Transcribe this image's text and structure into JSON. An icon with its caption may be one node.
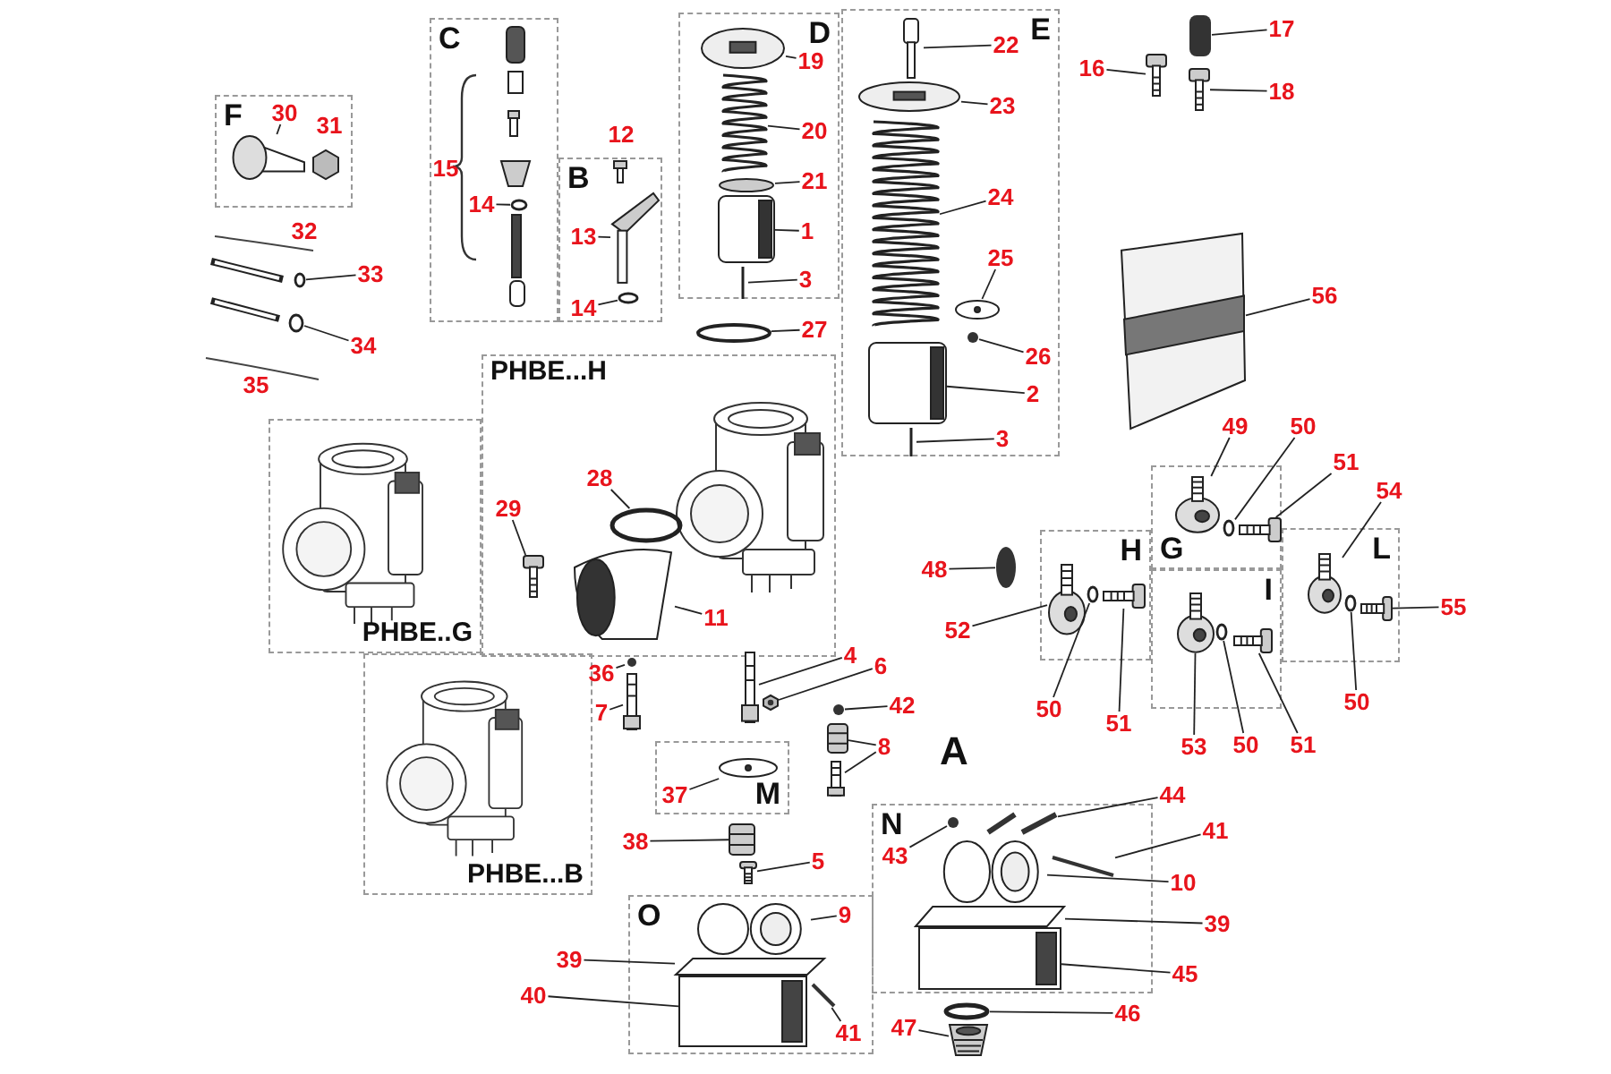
{
  "diagram": {
    "nodes": [
      {
        "text": [
          "F"
        ]
      },
      {
        "text": [
          "30"
        ],
        "in": 0
      },
      {
        "text": [
          "31"
        ],
        "in": 0
      },
      {
        "text": [
          "C"
        ]
      },
      {
        "text": [
          "15"
        ],
        "in": 3
      },
      {
        "text": [
          "14"
        ],
        "in": 3
      },
      {
        "text": [
          "12"
        ]
      },
      {
        "text": [
          "B"
        ]
      },
      {
        "text": [
          "13"
        ],
        "in": 7
      },
      {
        "text": [
          "14"
        ],
        "in": 7
      },
      {
        "text": [
          "D"
        ]
      },
      {
        "text": [
          "19"
        ],
        "in": 10
      },
      {
        "text": [
          "20"
        ],
        "in": 10
      },
      {
        "text": [
          "21"
        ],
        "in": 10
      },
      {
        "text": [
          "1"
        ],
        "in": 10
      },
      {
        "text": [
          "3"
        ],
        "in": 10
      },
      {
        "text": [
          "E"
        ]
      },
      {
        "text": [
          "22"
        ],
        "in": 16
      },
      {
        "text": [
          "23"
        ],
        "in": 16
      },
      {
        "text": [
          "24"
        ],
        "in": 16
      },
      {
        "text": [
          "25"
        ],
        "in": 16
      },
      {
        "text": [
          "26"
        ],
        "in": 16
      },
      {
        "text": [
          "2"
        ],
        "in": 16
      },
      {
        "text": [
          "3"
        ],
        "in": 16
      },
      {
        "text": [
          "16"
        ]
      },
      {
        "text": [
          "17"
        ]
      },
      {
        "text": [
          "18"
        ]
      },
      {
        "text": [
          "32"
        ]
      },
      {
        "text": [
          "33"
        ]
      },
      {
        "text": [
          "34"
        ]
      },
      {
        "text": [
          "35"
        ]
      },
      {
        "text": [
          "27"
        ]
      },
      {
        "text": [
          "56"
        ]
      },
      {
        "text": [
          "PHBE...H"
        ]
      },
      {
        "text": [
          "28"
        ],
        "in": 33
      },
      {
        "text": [
          "29"
        ],
        "in": 33
      },
      {
        "text": [
          "11"
        ],
        "in": 33
      },
      {
        "text": [
          "PHBE..G"
        ]
      },
      {
        "text": [
          "49"
        ]
      },
      {
        "text": [
          "50"
        ]
      },
      {
        "text": [
          "51"
        ]
      },
      {
        "text": [
          "G"
        ]
      },
      {
        "text": [
          "54"
        ]
      },
      {
        "text": [
          "L"
        ]
      },
      {
        "text": [
          "48"
        ]
      },
      {
        "text": [
          "H"
        ]
      },
      {
        "text": [
          "I"
        ]
      },
      {
        "text": [
          "55"
        ]
      },
      {
        "text": [
          "52"
        ]
      },
      {
        "text": [
          "50"
        ]
      },
      {
        "text": [
          "51"
        ]
      },
      {
        "text": [
          "53"
        ]
      },
      {
        "text": [
          "50"
        ]
      },
      {
        "text": [
          "51"
        ]
      },
      {
        "text": [
          "50"
        ]
      },
      {
        "text": [
          "36"
        ]
      },
      {
        "text": [
          "4"
        ]
      },
      {
        "text": [
          "6"
        ]
      },
      {
        "text": [
          "7"
        ]
      },
      {
        "text": [
          "42"
        ]
      },
      {
        "text": [
          "8"
        ]
      },
      {
        "text": [
          "M"
        ]
      },
      {
        "text": [
          "37"
        ],
        "in": 61
      },
      {
        "text": [
          "PHBE...B"
        ]
      },
      {
        "text": [
          "38"
        ]
      },
      {
        "text": [
          "5"
        ]
      },
      {
        "text": [
          "N"
        ]
      },
      {
        "text": [
          "43"
        ],
        "in": 66
      },
      {
        "text": [
          "44"
        ]
      },
      {
        "text": [
          "41"
        ]
      },
      {
        "text": [
          "10"
        ]
      },
      {
        "text": [
          "39"
        ]
      },
      {
        "text": [
          "45"
        ]
      },
      {
        "text": [
          "O"
        ]
      },
      {
        "text": [
          "9"
        ],
        "in": 73
      },
      {
        "text": [
          "39"
        ]
      },
      {
        "text": [
          "40"
        ]
      },
      {
        "text": [
          "41"
        ],
        "in": 73
      },
      {
        "text": [
          "46"
        ]
      },
      {
        "text": [
          "47"
        ]
      },
      {
        "text": [],
        "shape": "picture",
        "in": 0
      },
      {
        "text": [],
        "shape": "circle",
        "in": 3
      },
      {
        "text": [],
        "shape": "picture",
        "in": 7
      },
      {
        "text": [],
        "shape": "circle",
        "in": 7
      },
      {
        "text": [],
        "shape": "picture",
        "in": 10
      },
      {
        "text": [],
        "shape": "picture",
        "in": 10
      },
      {
        "text": [],
        "shape": "circle",
        "in": 10
      },
      {
        "text": [],
        "shape": "cylinder",
        "in": 10
      },
      {
        "text": [],
        "shape": "bar",
        "in": 10
      },
      {
        "text": [],
        "shape": "picture",
        "in": 16
      },
      {
        "text": [],
        "shape": "picture",
        "in": 16
      },
      {
        "text": [],
        "shape": "picture",
        "in": 16
      },
      {
        "text": [],
        "shape": "circle",
        "in": 16
      },
      {
        "text": [],
        "shape": "circle",
        "in": 16
      },
      {
        "text": [],
        "shape": "cylinder",
        "in": 16
      },
      {
        "text": [],
        "shape": "bar",
        "in": 16
      },
      {
        "text": [],
        "shape": "picture"
      },
      {
        "text": [],
        "shape": "box"
      },
      {
        "text": [],
        "shape": "picture"
      },
      {
        "text": [],
        "shape": "circle"
      },
      {
        "text": [],
        "shape": "circle"
      },
      {
        "text": [],
        "shape": "circle"
      },
      {
        "text": [],
        "shape": "picture"
      },
      {
        "text": [],
        "shape": "circle",
        "in": 33
      },
      {
        "text": [],
        "shape": "picture",
        "in": 33
      },
      {
        "text": [],
        "shape": "picture",
        "in": 33
      },
      {
        "text": [],
        "shape": "picture",
        "in": 41
      },
      {
        "text": [],
        "shape": "circle",
        "in": 41
      },
      {
        "text": [],
        "shape": "picture",
        "in": 41
      },
      {
        "text": [],
        "shape": "picture",
        "in": 43
      },
      {
        "text": [],
        "shape": "circle"
      },
      {
        "text": [],
        "shape": "picture",
        "in": 43
      },
      {
        "text": [],
        "shape": "picture",
        "in": 45
      },
      {
        "text": [],
        "shape": "circle",
        "in": 45
      },
      {
        "text": [],
        "shape": "picture",
        "in": 45
      },
      {
        "text": [],
        "shape": "picture",
        "in": 46
      },
      {
        "text": [],
        "shape": "circle",
        "in": 46
      },
      {
        "text": [],
        "shape": "picture",
        "in": 46
      },
      {
        "text": [],
        "shape": "circle",
        "in": 43
      },
      {
        "text": [],
        "shape": "circle"
      },
      {
        "text": [],
        "shape": "picture"
      },
      {
        "text": [],
        "shape": "picture"
      },
      {
        "text": [],
        "shape": "picture"
      },
      {
        "text": [],
        "shape": "circle"
      },
      {
        "text": [],
        "shape": "box"
      },
      {
        "text": [],
        "shape": "picture"
      },
      {
        "text": [],
        "shape": "circle",
        "in": 61
      },
      {
        "text": [],
        "shape": "box"
      },
      {
        "text": [],
        "shape": "picture"
      },
      {
        "text": [],
        "shape": "circle",
        "in": 66
      },
      {
        "text": [],
        "shape": "picture",
        "in": 66
      },
      {
        "text": [],
        "shape": "bar",
        "in": 66
      },
      {
        "text": [],
        "shape": "picture",
        "in": 66
      },
      {
        "text": [],
        "shape": "box",
        "in": 66
      },
      {
        "text": [],
        "shape": "box",
        "in": 66
      },
      {
        "text": [],
        "shape": "picture",
        "in": 73
      },
      {
        "text": [],
        "shape": "box",
        "in": 73
      },
      {
        "text": [],
        "shape": "box",
        "in": 73
      },
      {
        "text": [],
        "shape": "bar",
        "in": 73
      },
      {
        "text": [],
        "shape": "circle"
      },
      {
        "text": [],
        "shape": "picture"
      }
    ],
    "edges": [
      {
        "from": 1,
        "to": 80,
        "arrow": "none"
      },
      {
        "from": 5,
        "to": 81,
        "arrow": "none"
      },
      {
        "from": 8,
        "to": 82,
        "arrow": "none"
      },
      {
        "from": 9,
        "to": 83,
        "arrow": "none"
      },
      {
        "from": 11,
        "to": 84,
        "arrow": "none"
      },
      {
        "from": 12,
        "to": 85,
        "arrow": "none"
      },
      {
        "from": 13,
        "to": 86,
        "arrow": "none"
      },
      {
        "from": 14,
        "to": 87,
        "arrow": "none"
      },
      {
        "from": 15,
        "to": 88,
        "arrow": "none"
      },
      {
        "from": 17,
        "to": 89,
        "arrow": "none"
      },
      {
        "from": 18,
        "to": 90,
        "arrow": "none"
      },
      {
        "from": 19,
        "to": 91,
        "arrow": "none"
      },
      {
        "from": 20,
        "to": 92,
        "arrow": "none"
      },
      {
        "from": 21,
        "to": 93,
        "arrow": "none"
      },
      {
        "from": 22,
        "to": 94,
        "arrow": "none"
      },
      {
        "from": 23,
        "to": 95,
        "arrow": "none"
      },
      {
        "from": 24,
        "to": 96,
        "arrow": "none"
      },
      {
        "from": 25,
        "to": 97,
        "arrow": "none"
      },
      {
        "from": 26,
        "to": 98,
        "arrow": "none"
      },
      {
        "from": 28,
        "to": 99,
        "arrow": "none"
      },
      {
        "from": 29,
        "to": 100,
        "arrow": "none"
      },
      {
        "from": 31,
        "to": 101,
        "arrow": "none"
      },
      {
        "from": 32,
        "to": 102,
        "arrow": "none"
      },
      {
        "from": 34,
        "to": 103,
        "arrow": "none"
      },
      {
        "from": 35,
        "to": 104,
        "arrow": "none"
      },
      {
        "from": 36,
        "to": 105,
        "arrow": "none"
      },
      {
        "from": 38,
        "to": 106,
        "arrow": "none"
      },
      {
        "from": 39,
        "to": 107,
        "arrow": "none"
      },
      {
        "from": 40,
        "to": 108,
        "arrow": "none"
      },
      {
        "from": 42,
        "to": 109,
        "arrow": "none"
      },
      {
        "from": 44,
        "to": 110,
        "arrow": "none"
      },
      {
        "from": 47,
        "to": 111,
        "arrow": "none"
      },
      {
        "from": 48,
        "to": 112,
        "arrow": "none"
      },
      {
        "from": 49,
        "to": 113,
        "arrow": "none"
      },
      {
        "from": 50,
        "to": 114,
        "arrow": "none"
      },
      {
        "from": 51,
        "to": 115,
        "arrow": "none"
      },
      {
        "from": 52,
        "to": 116,
        "arrow": "none"
      },
      {
        "from": 53,
        "to": 117,
        "arrow": "none"
      },
      {
        "from": 54,
        "to": 118,
        "arrow": "none"
      },
      {
        "from": 55,
        "to": 119,
        "arrow": "none"
      },
      {
        "from": 56,
        "to": 120,
        "arrow": "none"
      },
      {
        "from": 57,
        "to": 121,
        "arrow": "none"
      },
      {
        "from": 58,
        "to": 122,
        "arrow": "none"
      },
      {
        "from": 59,
        "to": 123,
        "arrow": "none"
      },
      {
        "from": 60,
        "to": 124,
        "arrow": "none"
      },
      {
        "from": 60,
        "to": 125,
        "arrow": "none"
      },
      {
        "from": 62,
        "to": 126,
        "arrow": "none"
      },
      {
        "from": 64,
        "to": 127,
        "arrow": "none"
      },
      {
        "from": 65,
        "to": 128,
        "arrow": "none"
      },
      {
        "from": 67,
        "to": 129,
        "arrow": "none"
      },
      {
        "from": 68,
        "to": 130,
        "arrow": "none"
      },
      {
        "from": 69,
        "to": 131,
        "arrow": "none"
      },
      {
        "from": 70,
        "to": 132,
        "arrow": "none"
      },
      {
        "from": 71,
        "to": 133,
        "arrow": "none"
      },
      {
        "from": 72,
        "to": 134,
        "arrow": "none"
      },
      {
        "from": 74,
        "to": 135,
        "arrow": "none"
      },
      {
        "from": 75,
        "to": 136,
        "arrow": "none"
      },
      {
        "from": 76,
        "to": 137,
        "arrow": "none"
      },
      {
        "from": 77,
        "to": 138,
        "arrow": "none"
      },
      {
        "from": 78,
        "to": 139,
        "arrow": "none"
      },
      {
        "from": 79,
        "to": 140,
        "arrow": "none"
      }
    ],
    "labels": [
      "A"
    ]
  }
}
